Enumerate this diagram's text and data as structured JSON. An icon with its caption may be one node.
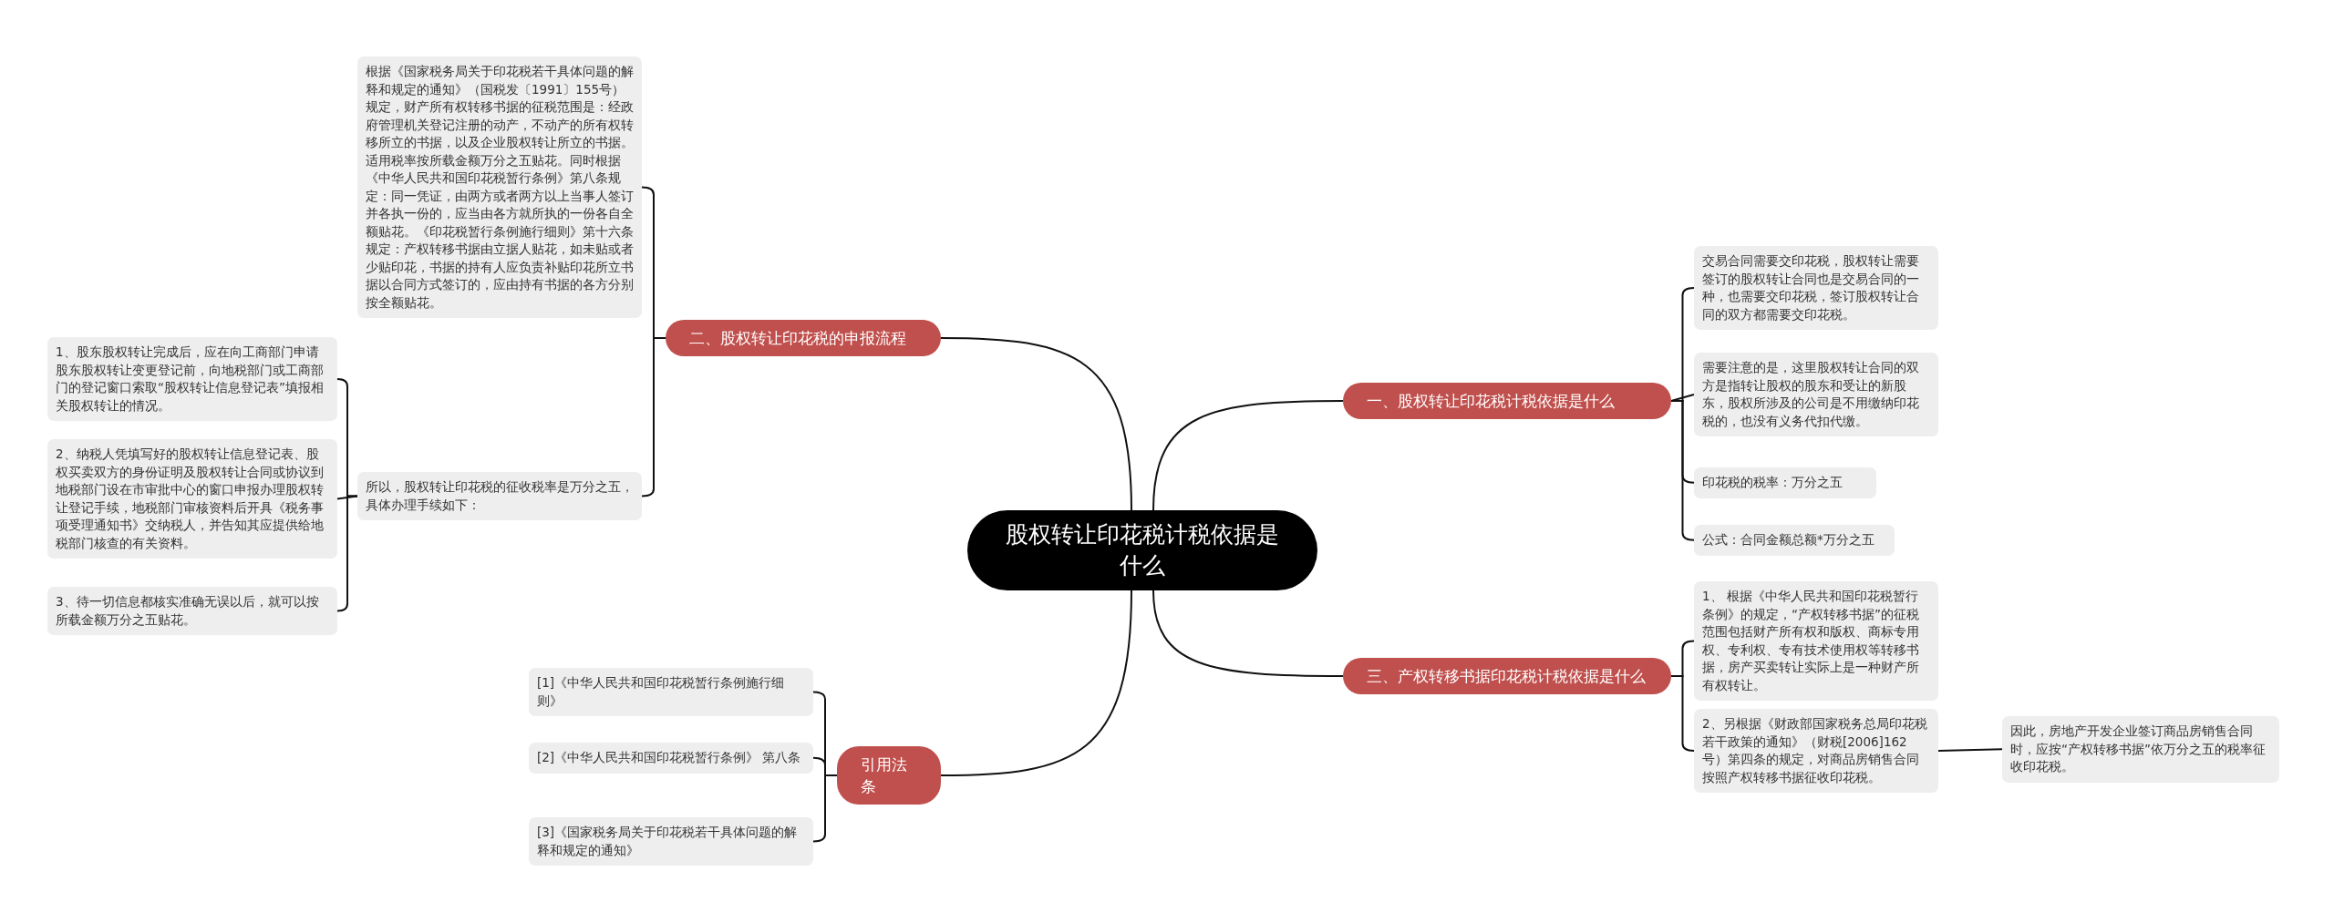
{
  "diagram": {
    "nodes": [
      {
        "text": [
          "股权转让印花税计税依据是什么"
        ]
      },
      {
        "text": [
          "一、股权转让印花税计税依据是什么"
        ]
      },
      {
        "text": [
          "交易合同需要交印花税，股权转让需要签订的股权转让合同也是交易合同的一种，也需要交印花税，签订股权转让合同的双方都需要交印花税。"
        ]
      },
      {
        "text": [
          "需要注意的是，这里股权转让合同的双方是指转让股权的股东和受让的新股东，股权所涉及的公司是不用缴纳印花税的，也没有义务代扣代缴。"
        ]
      },
      {
        "text": [
          "印花税的税率：万分之五"
        ]
      },
      {
        "text": [
          "公式：合同金额总额*万分之五"
        ]
      },
      {
        "text": [
          "二、股权转让印花税的申报流程"
        ]
      },
      {
        "text": [
          "根据《国家税务局关于印花税若干具体问题的解释和规定的通知》（国税发〔1991〕155号）规定，财产所有权转移书据的征税范围是：经政府管理机关登记注册的动产，不动产的所有权转移所立的书据，以及企业股权转让所立的书据。适用税率按所载金额万分之五贴花。同时根据《中华人民共和国印花税暂行条例》第八条规定：同一凭证，由两方或者两方以上当事人签订并各执一份的，应当由各方就所执的一份各自全额贴花。《印花税暂行条例施行细则》第十六条规定：产权转移书据由立据人贴花，如未贴或者少贴印花，书据的持有人应负责补贴印花所立书据以合同方式签订的，应由持有书据的各方分别按全额贴花。"
        ]
      },
      {
        "text": [
          "所以，股权转让印花税的征收税率是万分之五，具体办理手续如下："
        ]
      },
      {
        "text": [
          "1、股东股权转让完成后，应在向工商部门申请股东股权转让变更登记前，向地税部门或工商部门的登记窗口索取“股权转让信息登记表”填报相关股权转让的情况。"
        ]
      },
      {
        "text": [
          "2、纳税人凭填写好的股权转让信息登记表、股权买卖双方的身份证明及股权转让合同或协议到地税部门设在市审批中心的窗口申报办理股权转让登记手续，地税部门审核资料后开具《税务事项受理通知书》交纳税人，并告知其应提供给地税部门核查的有关资料。"
        ]
      },
      {
        "text": [
          "3、待一切信息都核实准确无误以后，就可以按所载金额万分之五贴花。"
        ]
      },
      {
        "text": [
          "三、产权转移书据印花税计税依据是什么"
        ]
      },
      {
        "text": [
          "1、 根据《中华人民共和国印花税暂行条例》的规定，“产权转移书据”的征税范围包括财产所有权和版权、商标专用权、专利权、专有技术使用权等转移书据，房产买卖转让实际上是一种财产所有权转让。"
        ]
      },
      {
        "text": [
          "2、另根据《财政部国家税务总局印花税若干政策的通知》（财税[2006]162号）第四条的规定，对商品房销售合同按照产权转移书据征收印花税。"
        ]
      },
      {
        "text": [
          "因此，房地产开发企业签订商品房销售合同时，应按“产权转移书据”依万分之五的税率征收印花税。"
        ]
      },
      {
        "text": [
          "引用法条"
        ]
      },
      {
        "text": [
          "[1]《中华人民共和国印花税暂行条例施行细则》"
        ]
      },
      {
        "text": [
          "[2]《中华人民共和国印花税暂行条例》 第八条"
        ]
      },
      {
        "text": [
          "[3]《国家税务局关于印花税若干具体问题的解释和规定的通知》"
        ]
      }
    ],
    "edges": [
      {
        "from": 0,
        "to": 1,
        "arrow": "none"
      },
      {
        "from": 1,
        "to": 2,
        "arrow": "none"
      },
      {
        "from": 1,
        "to": 3,
        "arrow": "none"
      },
      {
        "from": 1,
        "to": 4,
        "arrow": "none"
      },
      {
        "from": 1,
        "to": 5,
        "arrow": "none"
      },
      {
        "from": 0,
        "to": 6,
        "arrow": "none"
      },
      {
        "from": 6,
        "to": 7,
        "arrow": "none"
      },
      {
        "from": 6,
        "to": 8,
        "arrow": "none"
      },
      {
        "from": 8,
        "to": 9,
        "arrow": "none"
      },
      {
        "from": 8,
        "to": 10,
        "arrow": "none"
      },
      {
        "from": 8,
        "to": 11,
        "arrow": "none"
      },
      {
        "from": 0,
        "to": 12,
        "arrow": "none"
      },
      {
        "from": 12,
        "to": 13,
        "arrow": "none"
      },
      {
        "from": 12,
        "to": 14,
        "arrow": "none"
      },
      {
        "from": 14,
        "to": 15,
        "arrow": "none"
      },
      {
        "from": 0,
        "to": 16,
        "arrow": "none"
      },
      {
        "from": 16,
        "to": 17,
        "arrow": "none"
      },
      {
        "from": 16,
        "to": 18,
        "arrow": "none"
      },
      {
        "from": 16,
        "to": 19,
        "arrow": "none"
      }
    ]
  }
}
